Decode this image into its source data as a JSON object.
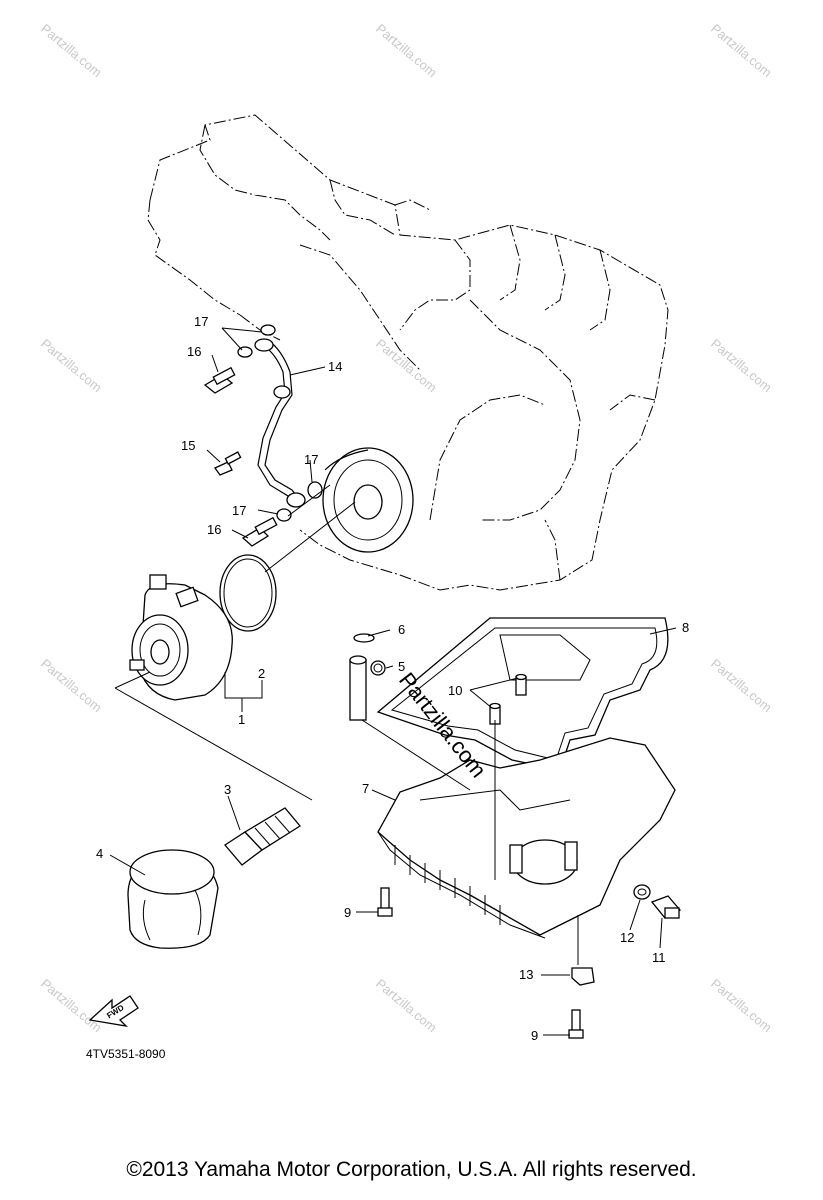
{
  "diagram": {
    "part_number": "4TV5351-8090",
    "fwd_label": "FWD",
    "watermark": "Partzilla.com",
    "watermark_copyright": "©",
    "callouts": {
      "c1": "1",
      "c2": "2",
      "c3": "3",
      "c4": "4",
      "c5": "5",
      "c6": "6",
      "c7": "7",
      "c8": "8",
      "c9a": "9",
      "c9b": "9",
      "c10": "10",
      "c11": "11",
      "c12": "12",
      "c13": "13",
      "c14": "14",
      "c15": "15",
      "c16a": "16",
      "c16b": "16",
      "c17a": "17",
      "c17b": "17",
      "c17c": "17"
    }
  },
  "footer": {
    "copyright": "©2013  Yamaha Motor Corporation, U.S.A. All rights reserved."
  }
}
